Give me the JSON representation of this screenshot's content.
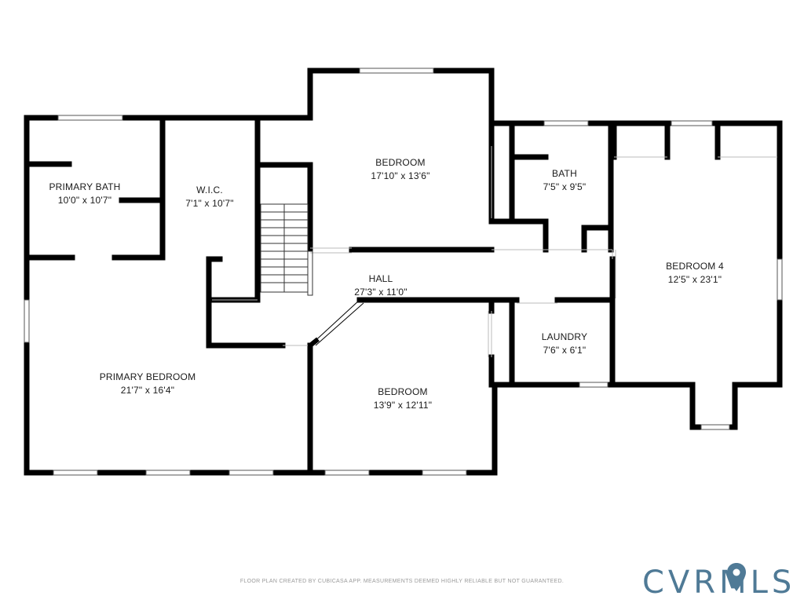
{
  "rooms": {
    "primary_bath": {
      "name": "PRIMARY BATH",
      "dims": "10'0\" x 10'7\""
    },
    "wic": {
      "name": "W.I.C.",
      "dims": "7'1\" x 10'7\""
    },
    "bedroom_top": {
      "name": "BEDROOM",
      "dims": "17'10\" x 13'6\""
    },
    "bath": {
      "name": "BATH",
      "dims": "7'5\" x 9'5\""
    },
    "bedroom4": {
      "name": "BEDROOM 4",
      "dims": "12'5\" x 23'1\""
    },
    "hall": {
      "name": "HALL",
      "dims": "27'3\" x 11'0\""
    },
    "laundry": {
      "name": "LAUNDRY",
      "dims": "7'6\" x 6'1\""
    },
    "primary_bedroom": {
      "name": "PRIMARY BEDROOM",
      "dims": "21'7\" x 16'4\""
    },
    "bedroom_bottom": {
      "name": "BEDROOM",
      "dims": "13'9\" x 12'11\""
    }
  },
  "footer": {
    "disclaimer": "FLOOR PLAN CREATED BY CUBICASA APP. MEASUREMENTS DEEMED HIGHLY RELIABLE BUT NOT GUARANTEED."
  },
  "logo": {
    "text": "CVRMLS",
    "color": "#4f7a96"
  },
  "colors": {
    "wall": "#000000",
    "window": "#ffffff",
    "background": "#ffffff"
  }
}
